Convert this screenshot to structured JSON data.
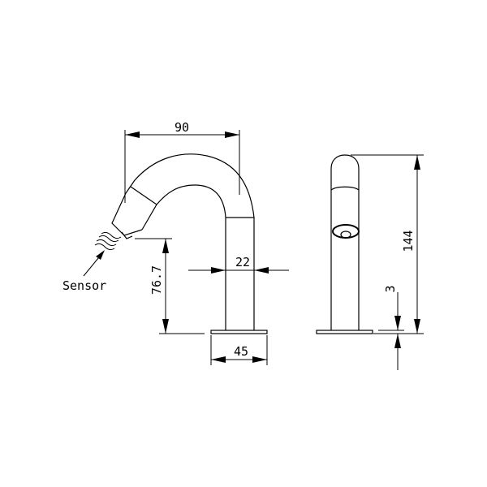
{
  "dimensions": {
    "spout_reach": "90",
    "spout_height": "76.7",
    "body_width": "22",
    "base_width": "45",
    "total_height": "144",
    "base_thickness": "3"
  },
  "labels": {
    "sensor": "Sensor"
  }
}
